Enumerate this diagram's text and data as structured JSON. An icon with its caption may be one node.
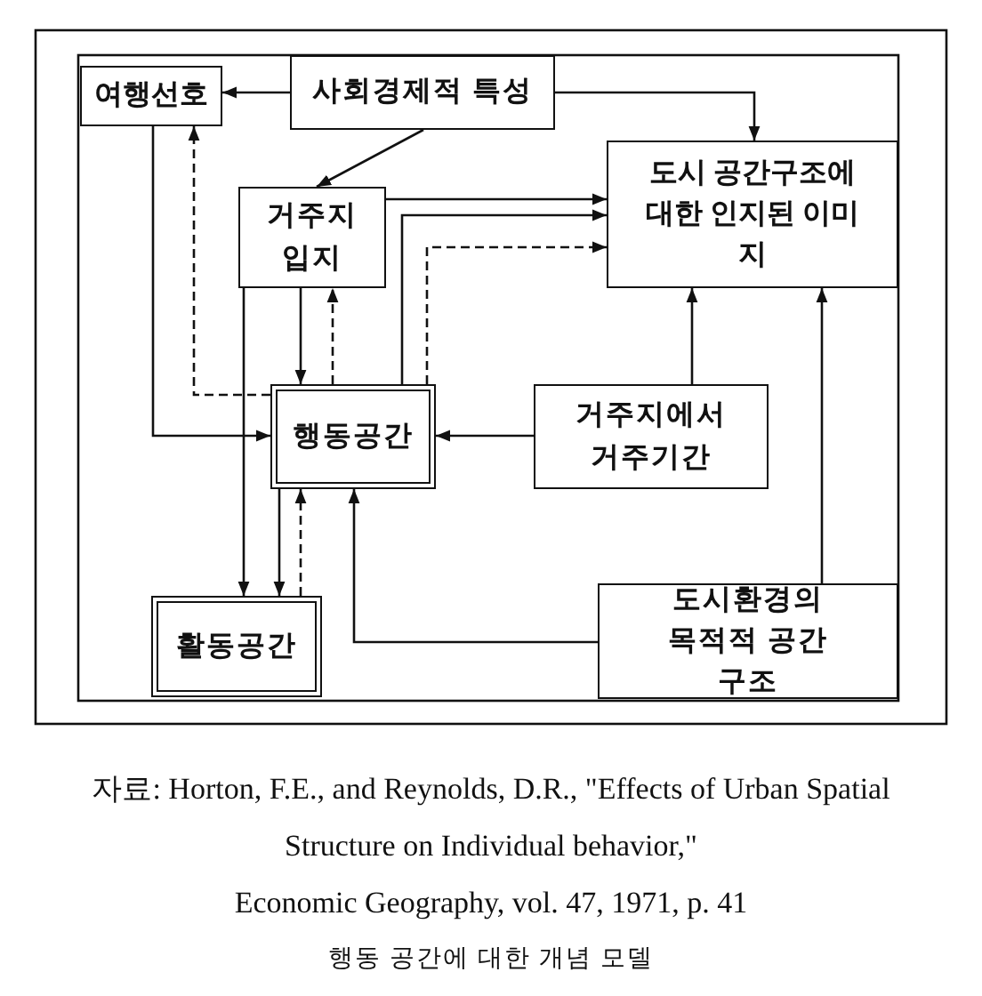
{
  "diagram": {
    "caption": "행동 공간에 대한 개념 모델",
    "nodes": [
      {
        "text": [
          "여행선호"
        ]
      },
      {
        "text": [
          "사회경제적 특성"
        ]
      },
      {
        "text": [
          "도시 공간구조에 대한 인지된 이미지"
        ]
      },
      {
        "text": [
          "거주지 입지"
        ]
      },
      {
        "text": [
          "행동공간"
        ]
      },
      {
        "text": [
          "거주지에서 거주기간"
        ]
      },
      {
        "text": [
          "활동공간"
        ]
      },
      {
        "text": [
          "도시환경의 목적적 공간구조"
        ]
      }
    ],
    "edges": [
      {
        "from": 1,
        "to": 0,
        "arrow": "to"
      },
      {
        "from": 1,
        "to": 2,
        "arrow": "to"
      },
      {
        "from": 1,
        "to": 3,
        "arrow": "to"
      },
      {
        "from": 3,
        "to": 2,
        "arrow": "to"
      },
      {
        "from": 4,
        "to": 2,
        "arrow": "to"
      },
      {
        "from": 4,
        "to": 2,
        "arrow": "to",
        "style": "dashed"
      },
      {
        "from": 3,
        "to": 4,
        "arrow": "to"
      },
      {
        "from": 4,
        "to": 3,
        "arrow": "to",
        "style": "dashed"
      },
      {
        "from": 0,
        "to": 4,
        "arrow": "to"
      },
      {
        "from": 4,
        "to": 0,
        "arrow": "to",
        "style": "dashed"
      },
      {
        "from": 5,
        "to": 4,
        "arrow": "to"
      },
      {
        "from": 5,
        "to": 2,
        "arrow": "to"
      },
      {
        "from": 7,
        "to": 2,
        "arrow": "to"
      },
      {
        "from": 7,
        "to": 4,
        "arrow": "to"
      },
      {
        "from": 4,
        "to": 6,
        "arrow": "to"
      },
      {
        "from": 6,
        "to": 4,
        "arrow": "to",
        "style": "dashed"
      },
      {
        "from": 3,
        "to": 6,
        "arrow": "to"
      }
    ],
    "labels": [
      "자료: Horton, F.E., and Reynolds, D.R., \"Effects of Urban Spatial",
      "Structure on Individual behavior,\"",
      "Economic Geography, vol. 47, 1971, p. 41"
    ]
  }
}
